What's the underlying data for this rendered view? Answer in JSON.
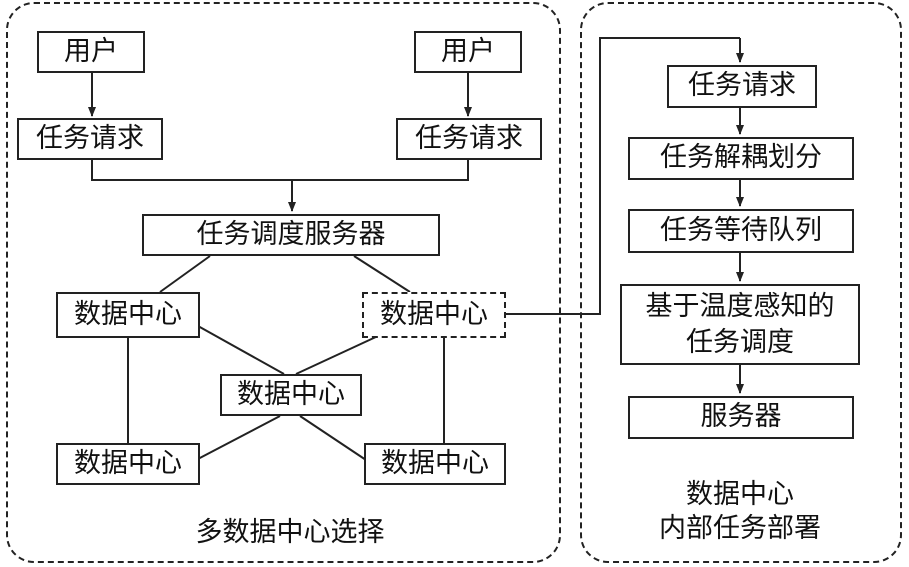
{
  "left": {
    "users": [
      "用户",
      "用户"
    ],
    "requests": [
      "任务请求",
      "任务请求"
    ],
    "scheduler": "任务调度服务器",
    "centers": [
      "数据中心",
      "数据中心",
      "数据中心",
      "数据中心",
      "数据中心"
    ],
    "caption": "多数据中心选择"
  },
  "right": {
    "steps": [
      "任务请求",
      "任务解耦划分",
      "任务等待队列",
      "基于温度感知的任务调度",
      "服务器"
    ],
    "caption_line1": "数据中心",
    "caption_line2": "内部任务部署"
  },
  "colors": {
    "line": "#222222",
    "background": "#ffffff"
  }
}
